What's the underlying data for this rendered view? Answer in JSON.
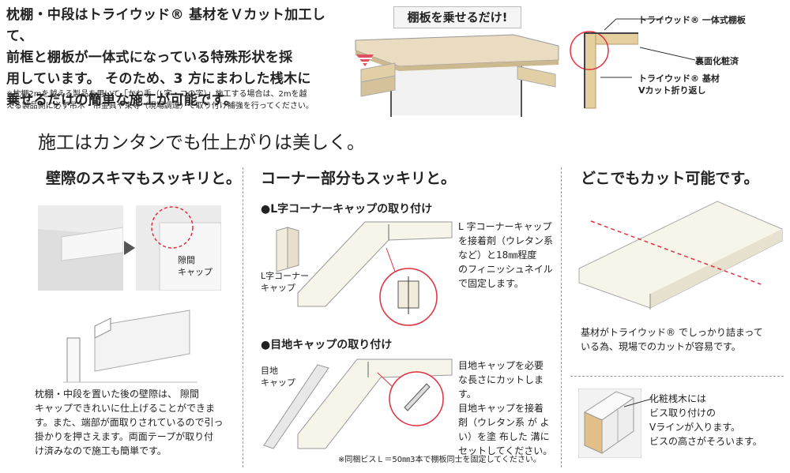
{
  "intro": {
    "lines": [
      "枕棚・中段はトライウッド® 基材をＶカット加工して、",
      "前框と棚板が一体式になっている特殊形状を採",
      "用しています。 そのため、3 方にまわした桟木に",
      "乗せるだけの簡単な施工が可能です。"
    ],
    "note_lines": [
      "※枕棚2mを越える製品を用いて「かね手（L字・コの字）」施工する場合は、2mを越",
      "える製品側に必ず吊木・吊金具や束等（現場調達）で取り付け補強を行ってください。"
    ]
  },
  "diagram_top": {
    "badge": "棚板を乗せるだけ!",
    "label_triwood_board": "トライウッド® 一体式棚板",
    "label_back_finish": "裏面化粧済",
    "label_base_1": "トライウッド® 基材",
    "label_base_2": "Vカット折り返し"
  },
  "headline": "施工はカンタンでも仕上がりは美しく。",
  "col1": {
    "title": "壁際のスキマもスッキリと。",
    "gap_cap_label_1": "隙間",
    "gap_cap_label_2": "キャップ",
    "body_lines": [
      "枕棚・中段を置いた後の壁際は、 隙間",
      "キャップできれいに仕上げることができま",
      "す。また、端部が面取りされているので引っ",
      "掛かりを押さえます。両面テープが取り付",
      "け済みなので施工も簡単です。"
    ]
  },
  "col2": {
    "title": "コーナー部分もスッキリと。",
    "l_cap_sub": "●L字コーナーキャップの取り付け",
    "l_cap_label_1": "L字コーナー",
    "l_cap_label_2": "キャップ",
    "l_cap_body": [
      "L 字コーナーキャップ",
      "を接着剤（ウレタン系",
      "など）と18㎜程度",
      "のフィニッシュネイル",
      "で固定します。"
    ],
    "joint_sub": "●目地キャップの取り付け",
    "joint_label_1": "目地",
    "joint_label_2": "キャップ",
    "joint_body": [
      "目地キャップを必要",
      "な長さにカットします。",
      "目地キャップを接着",
      "剤（ウレタン系 が よ",
      "い）を塗 布した 溝に",
      "セットしてください。"
    ],
    "footnote": "※同梱ビスＬ＝50㎜3本で棚板同士を固定してください。"
  },
  "col3": {
    "title": "どこでもカット可能です。",
    "body_lines": [
      "基材がトライウッド® でしっかり詰まって",
      "いる為、現場でのカットが容易です。"
    ],
    "batten_lines": [
      "化粧桟木には",
      "ビス取り付けの",
      "Vラインが入ります。",
      "ビスの高さがそろいます。"
    ]
  }
}
